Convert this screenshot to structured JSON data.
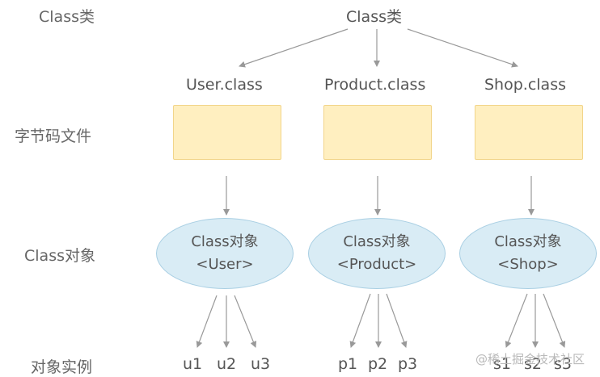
{
  "row_labels": {
    "class_type": "Class类",
    "bytecode": "字节码文件",
    "class_object": "Class对象",
    "instances": "对象实例"
  },
  "top_node": "Class类",
  "columns": [
    {
      "class_file": "User.class",
      "object_title": "Class对象",
      "object_type": "<User>",
      "instances": [
        "u1",
        "u2",
        "u3"
      ]
    },
    {
      "class_file": "Product.class",
      "object_title": "Class对象",
      "object_type": "<Product>",
      "instances": [
        "p1",
        "p2",
        "p3"
      ]
    },
    {
      "class_file": "Shop.class",
      "object_title": "Class对象",
      "object_type": "<Shop>",
      "instances": [
        "s1",
        "s2",
        "s3"
      ]
    }
  ],
  "watermark": "@稀土掘金技术社区",
  "colors": {
    "box_fill": "#ffefc0",
    "box_border": "#f2d58a",
    "ellipse_fill": "#d9ecf5",
    "ellipse_border": "#a9cfe3",
    "arrow": "#999999"
  }
}
